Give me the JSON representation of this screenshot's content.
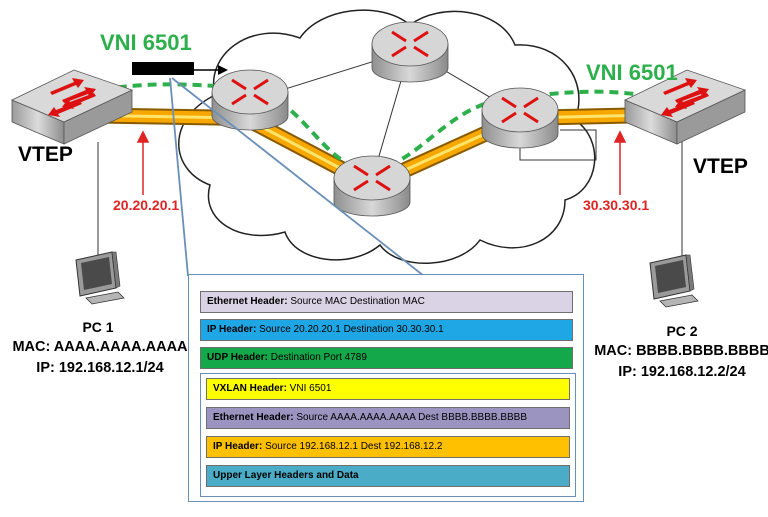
{
  "labels": {
    "vni_left": "VNI 6501",
    "vni_right": "VNI 6501",
    "vtep_left": "VTEP",
    "vtep_right": "VTEP",
    "ip_left": "20.20.20.1",
    "ip_right": "30.30.30.1"
  },
  "pc1": {
    "name": "PC 1",
    "mac": "MAC: AAAA.AAAA.AAAA",
    "ip": "IP: 192.168.12.1/24"
  },
  "pc2": {
    "name": "PC 2",
    "mac": "MAC: BBBB.BBBB.BBBB",
    "ip": "IP: 192.168.12.2/24"
  },
  "packet": {
    "outer": [
      {
        "title": "Ethernet Header:",
        "text": " Source MAC Destination MAC",
        "color": "#d9d3e5"
      },
      {
        "title": "IP Header:",
        "text": " Source 20.20.20.1 Destination 30.30.30.1",
        "color": "#1fa6e4"
      },
      {
        "title": "UDP Header:",
        "text": " Destination Port 4789",
        "color": "#14a84a"
      }
    ],
    "inner": [
      {
        "title": "VXLAN Header:",
        "text": " VNI 6501",
        "color": "#ffff00"
      },
      {
        "title": "Ethernet Header:",
        "text": " Source AAAA.AAAA.AAAA Dest BBBB.BBBB.BBBB",
        "color": "#9b94c1"
      },
      {
        "title": "IP Header:",
        "text": " Source 192.168.12.1 Dest 192.168.12.2",
        "color": "#ffc000"
      },
      {
        "title": "Upper Layer Headers and Data",
        "text": "",
        "color": "#4aacc6"
      }
    ]
  },
  "colors": {
    "tunnel": "#f7a800",
    "overlay_path": "#2db04b",
    "ip_label": "#e02424",
    "vni_label": "#2db04b",
    "router": "#cdcdcd",
    "arrow": "#dd1111"
  },
  "icons": [
    "switch-icon",
    "router-icon",
    "monitor-icon",
    "cloud-shape",
    "packet-icon"
  ]
}
